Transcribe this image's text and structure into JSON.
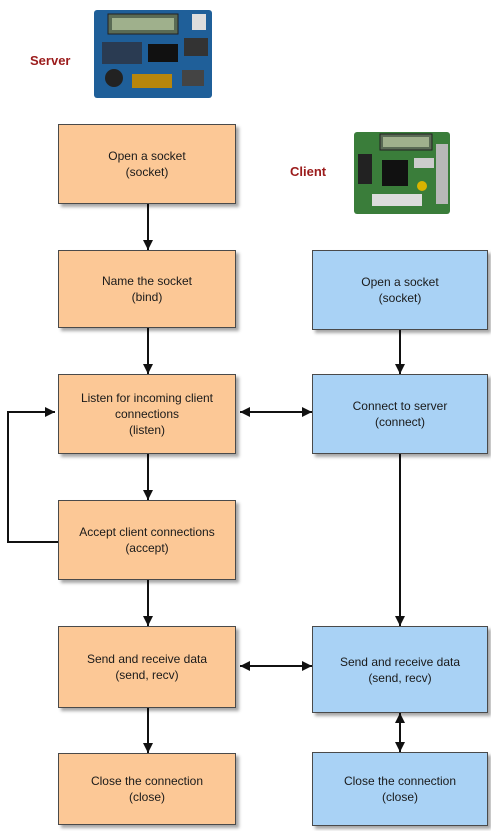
{
  "labels": {
    "server": "Server",
    "client": "Client"
  },
  "colors": {
    "server_box": "#fcc896",
    "client_box": "#a9d2f5",
    "label": "#9b1b1b"
  },
  "server_steps": [
    {
      "title": "Open a socket",
      "call": "(socket)"
    },
    {
      "title": "Name the socket",
      "call": "(bind)"
    },
    {
      "title": "Listen for incoming client connections",
      "call": "(listen)"
    },
    {
      "title": "Accept client connections",
      "call": "(accept)"
    },
    {
      "title": "Send and receive data",
      "call": "(send, recv)"
    },
    {
      "title": "Close the connection",
      "call": "(close)"
    }
  ],
  "client_steps": [
    {
      "title": "Open a socket",
      "call": "(socket)"
    },
    {
      "title": "Connect to server",
      "call": "(connect)"
    },
    {
      "title": "Send and receive data",
      "call": "(send, recv)"
    },
    {
      "title": "Close the connection",
      "call": "(close)"
    }
  ]
}
